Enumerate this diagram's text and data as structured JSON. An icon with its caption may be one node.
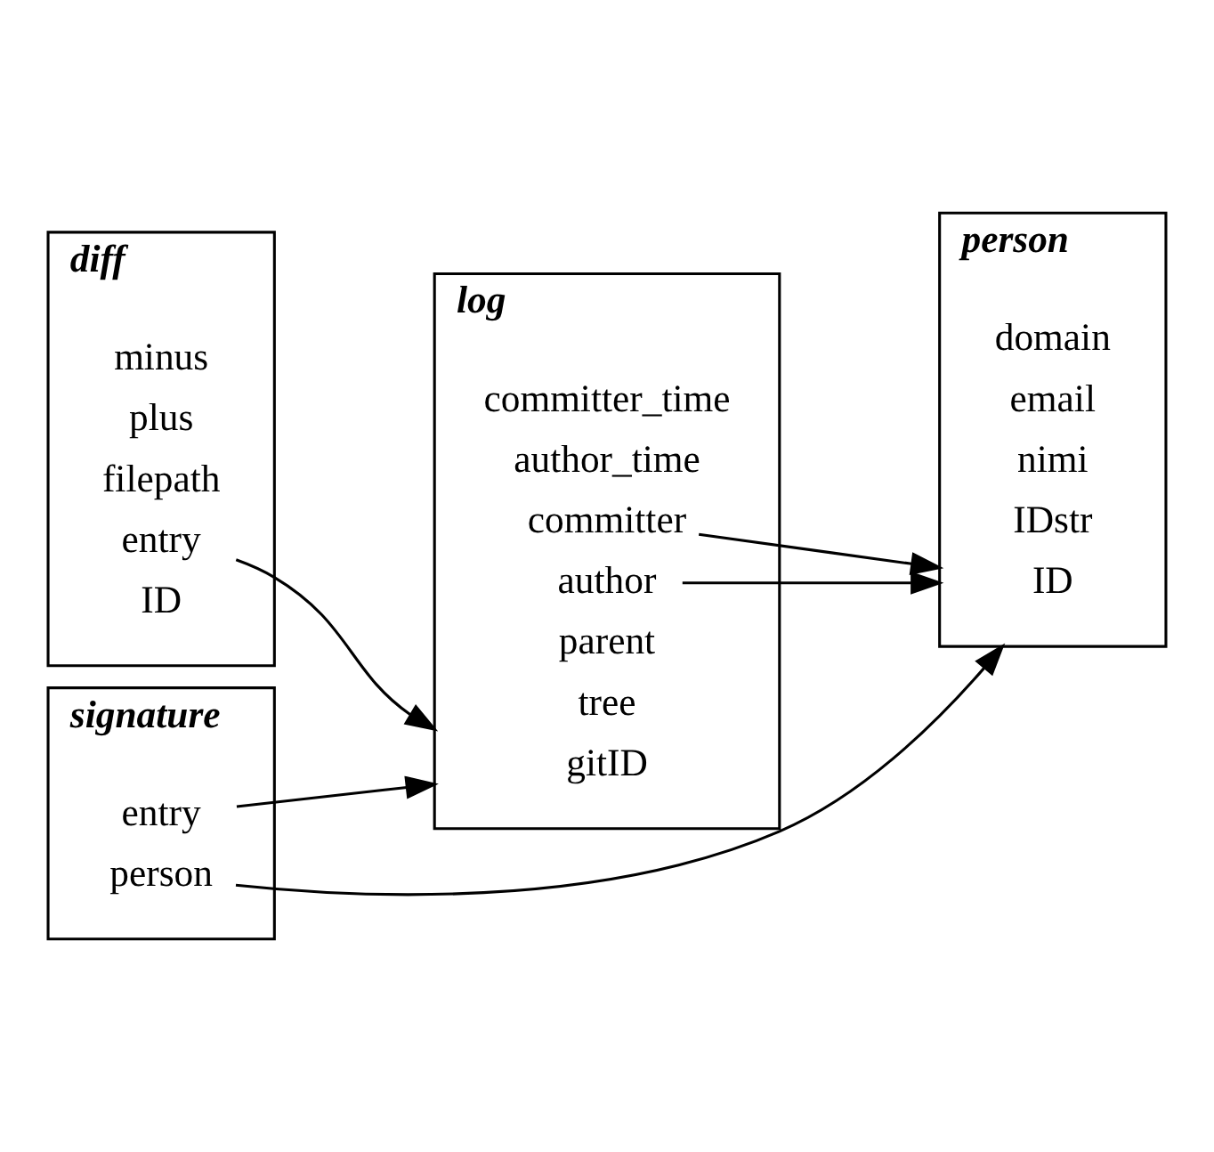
{
  "diagram": {
    "nodes": [
      {
        "text": [
          "log"
        ]
      },
      {
        "text": [
          "gitID"
        ],
        "in": 0
      },
      {
        "text": [
          "tree"
        ],
        "in": 0
      },
      {
        "text": [
          "parent"
        ],
        "in": 0
      },
      {
        "text": [
          "author"
        ],
        "in": 0
      },
      {
        "text": [
          "committer"
        ],
        "in": 0
      },
      {
        "text": [
          "author_time"
        ],
        "in": 0
      },
      {
        "text": [
          "committer_time"
        ],
        "in": 0
      },
      {
        "text": [
          "person"
        ]
      },
      {
        "text": [
          "ID"
        ],
        "in": 8
      },
      {
        "text": [
          "IDstr"
        ],
        "in": 8
      },
      {
        "text": [
          "nimi"
        ],
        "in": 8
      },
      {
        "text": [
          "email"
        ],
        "in": 8
      },
      {
        "text": [
          "domain"
        ],
        "in": 8
      },
      {
        "text": [
          "diff"
        ]
      },
      {
        "text": [
          "ID"
        ],
        "in": 14
      },
      {
        "text": [
          "entry"
        ],
        "in": 14
      },
      {
        "text": [
          "filepath"
        ],
        "in": 14
      },
      {
        "text": [
          "plus"
        ],
        "in": 14
      },
      {
        "text": [
          "minus"
        ],
        "in": 14
      },
      {
        "text": [
          "signature"
        ]
      },
      {
        "text": [
          "person"
        ],
        "in": 20
      },
      {
        "text": [
          "entry"
        ],
        "in": 20
      }
    ],
    "edges": [
      {
        "from": 4,
        "to": 8,
        "arrow": "to"
      },
      {
        "from": 5,
        "to": 8,
        "arrow": "to"
      },
      {
        "from": 16,
        "to": 0,
        "arrow": "to"
      },
      {
        "from": 21,
        "to": 8,
        "arrow": "to"
      },
      {
        "from": 22,
        "to": 0,
        "arrow": "to"
      }
    ]
  }
}
